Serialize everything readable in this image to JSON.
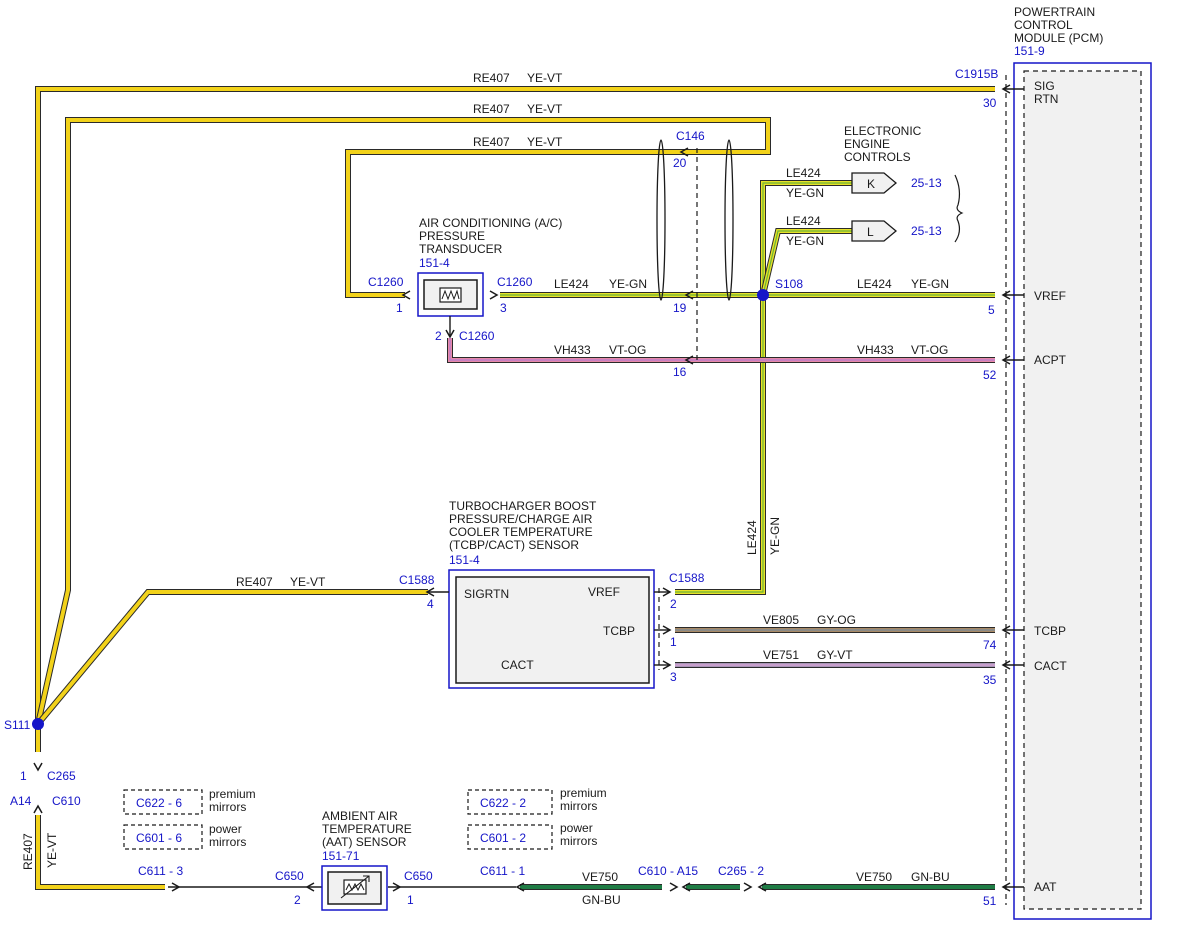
{
  "pcm": {
    "title_lines": [
      "POWERTRAIN",
      "CONTROL",
      "MODULE (PCM)"
    ],
    "ref": "151-9",
    "connector": "C1915B",
    "pins": [
      {
        "num": "30",
        "label": "SIG RTN"
      },
      {
        "num": "5",
        "label": "VREF"
      },
      {
        "num": "52",
        "label": "ACPT"
      },
      {
        "num": "74",
        "label": "TCBP"
      },
      {
        "num": "35",
        "label": "CACT"
      },
      {
        "num": "51",
        "label": "AAT"
      }
    ]
  },
  "sig_rtn_lines": [
    "SIG",
    "RTN"
  ],
  "circuits": {
    "re407": "RE407",
    "ye_vt": "YE-VT",
    "le424": "LE424",
    "ye_gn": "YE-GN",
    "vh433": "VH433",
    "vt_og": "VT-OG",
    "ve805": "VE805",
    "gy_og": "GY-OG",
    "ve751": "VE751",
    "gy_vt": "GY-VT",
    "ve750": "VE750",
    "gn_bu": "GN-BU"
  },
  "connectors": {
    "c146": "C146",
    "pin20": "20",
    "pin19": "19",
    "pin16": "16",
    "c1260": "C1260",
    "pin1": "1",
    "pin2": "2",
    "pin3": "3",
    "c1588": "C1588",
    "pin4": "4",
    "c265": "C265",
    "c610": "C610",
    "a14": "A14",
    "c611_3": "C611 -  3",
    "c650": "C650",
    "c611_1": "C611 -  1",
    "c610_a15": "C610 - A15",
    "c265_2": "C265 - 2",
    "pin30": "30",
    "pin5": "5",
    "pin52": "52",
    "pin74": "74",
    "pin35": "35",
    "pin51": "51"
  },
  "splices": {
    "s108": "S108",
    "s111": "S111"
  },
  "eec": {
    "title_lines": [
      "ELECTRONIC",
      "ENGINE",
      "CONTROLS"
    ],
    "k": "K",
    "l": "L",
    "ref_k": "25-13",
    "ref_l": "25-13"
  },
  "acpt_sensor": {
    "title_lines": [
      "AIR CONDITIONING (A/C)",
      "PRESSURE",
      "TRANSDUCER"
    ],
    "ref": "151-4"
  },
  "tcbp_sensor": {
    "title_lines": [
      "TURBOCHARGER BOOST",
      "PRESSURE/CHARGE AIR",
      "COOLER TEMPERATURE",
      "(TCBP/CACT) SENSOR"
    ],
    "ref": "151-4",
    "sigrtn": "SIGRTN",
    "vref": "VREF",
    "tcbp": "TCBP",
    "cact": "CACT"
  },
  "aat_sensor": {
    "title_lines": [
      "AMBIENT AIR",
      "TEMPERATURE",
      "(AAT) SENSOR"
    ],
    "ref": "151-71"
  },
  "option_boxes": [
    {
      "code": "C622 -  6",
      "label_lines": [
        "premium",
        "mirrors"
      ]
    },
    {
      "code": "C601 -  6",
      "label_lines": [
        "power",
        "mirrors"
      ]
    },
    {
      "code": "C622 -  2",
      "label_lines": [
        "premium",
        "mirrors"
      ]
    },
    {
      "code": "C601 -  2",
      "label_lines": [
        "power",
        "mirrors"
      ]
    }
  ]
}
